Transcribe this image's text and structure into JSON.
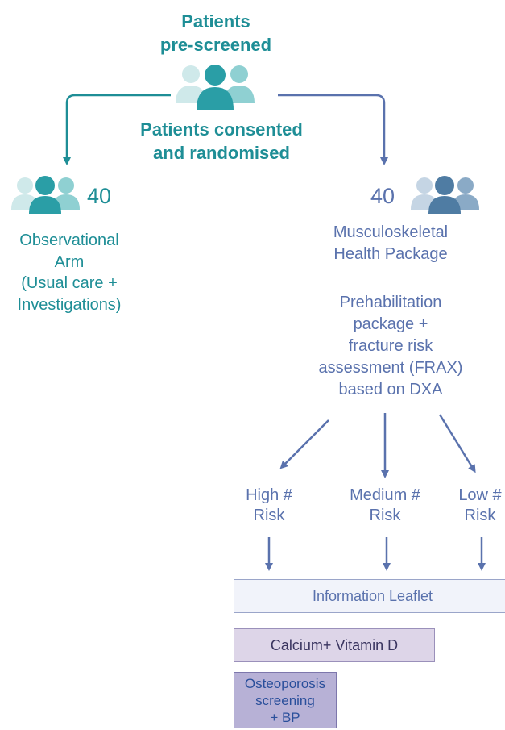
{
  "header": {
    "prescreened": "Patients\npre-screened",
    "consented": "Patients consented\nand randomised"
  },
  "arms": {
    "observational": {
      "count": "40",
      "label": "Observational\nArm\n(Usual care +\nInvestigations)"
    },
    "intervention": {
      "count": "40",
      "label": "Musculoskeletal\nHealth Package"
    }
  },
  "prehab": {
    "text": "Prehabilitation\npackage +\nfracture risk\nassessment (FRAX)\nbased on DXA"
  },
  "risks": {
    "high": "High #\nRisk",
    "medium": "Medium #\nRisk",
    "low": "Low #\nRisk"
  },
  "boxes": {
    "leaflet": "Information Leaflet",
    "calcium": "Calcium+ Vitamin D",
    "osteo": "Osteoporosis\nscreening\n+ BP"
  },
  "colors": {
    "teal": "#1e8e96",
    "blue": "#5a72ad",
    "leaflet_fill": "#f1f3fa",
    "calcium_fill": "#ddd5e8",
    "osteo_fill": "#b7b1d6"
  },
  "icons": [
    "people-group-icon"
  ]
}
